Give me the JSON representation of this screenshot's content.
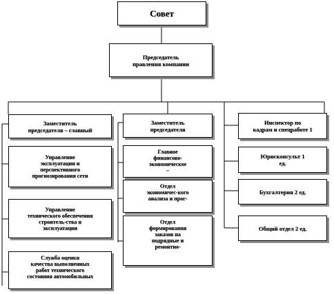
{
  "diagram": {
    "council": "Совет",
    "chairman": "Председатель\nправления компании",
    "deputy_left": "Заместитель\nпредседателя – главный",
    "deputy_middle": "Заместитель\nпредседателя",
    "left": [
      "Управление\nэксплуатации и\nперспективного\nпрогнозирования сети",
      "Управление\nтехнического обеспечения\nстроитель-ства и\nэксплуатации",
      "Служба оценки\nкачества выполненных\nработ технического\nсостояния автомобильных"
    ],
    "middle": [
      "Главное\nфинансово-\nэкономическое\n–",
      "Отдел\nэкономичес-кого\nанализа и прог-",
      "Отдел\nформирования\nзаказов на\nподрядные и\nремонтно-"
    ],
    "right": [
      "Инспектор по\nкадрам и спецработе 1",
      "Юрисконсульт 1\nед.",
      "Бухгалтерия 2 ед.",
      "Общий отдел 2 ед."
    ]
  }
}
